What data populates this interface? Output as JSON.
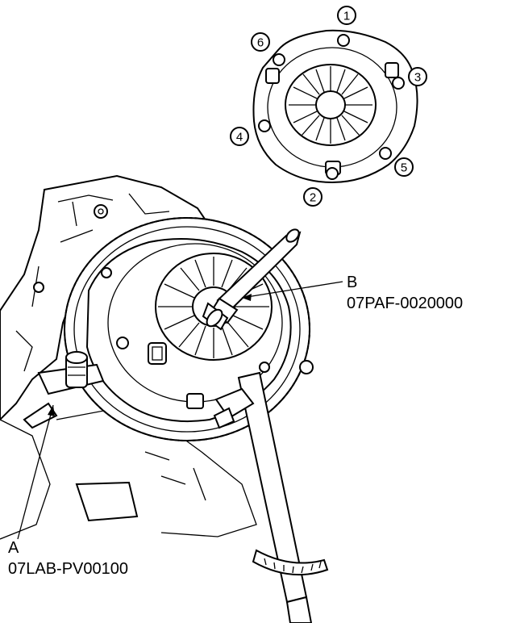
{
  "callouts": {
    "a": {
      "letter": "A",
      "part_number": "07LAB-PV00100"
    },
    "b": {
      "letter": "B",
      "part_number": "07PAF-0020000"
    }
  },
  "bolt_sequence": [
    "1",
    "2",
    "3",
    "4",
    "5",
    "6"
  ]
}
